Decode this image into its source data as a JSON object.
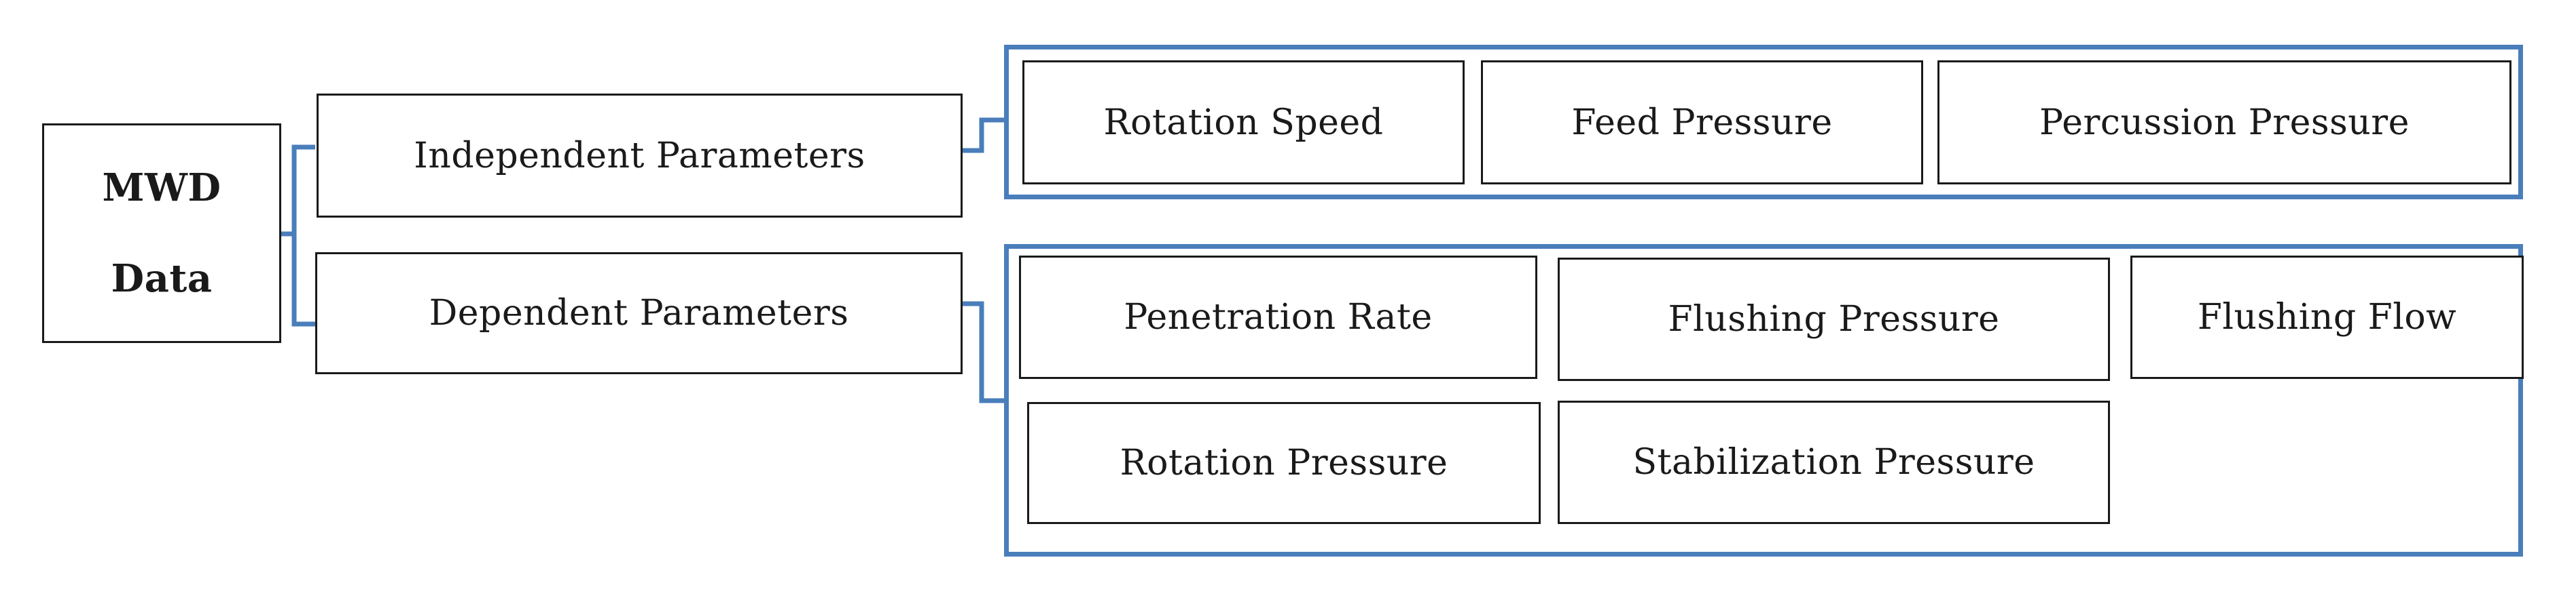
{
  "root": {
    "line1": "MWD",
    "line2": "Data"
  },
  "branches": {
    "independent": {
      "label": "Independent Parameters",
      "items": [
        "Rotation Speed",
        "Feed Pressure",
        "Percussion Pressure"
      ]
    },
    "dependent": {
      "label": "Dependent Parameters",
      "items": [
        "Penetration Rate",
        "Flushing Pressure",
        "Flushing Flow",
        "Rotation Pressure",
        "Stabilization Pressure"
      ]
    }
  },
  "colors": {
    "connector": "#4a7ebb",
    "border": "#1a1a1a"
  }
}
